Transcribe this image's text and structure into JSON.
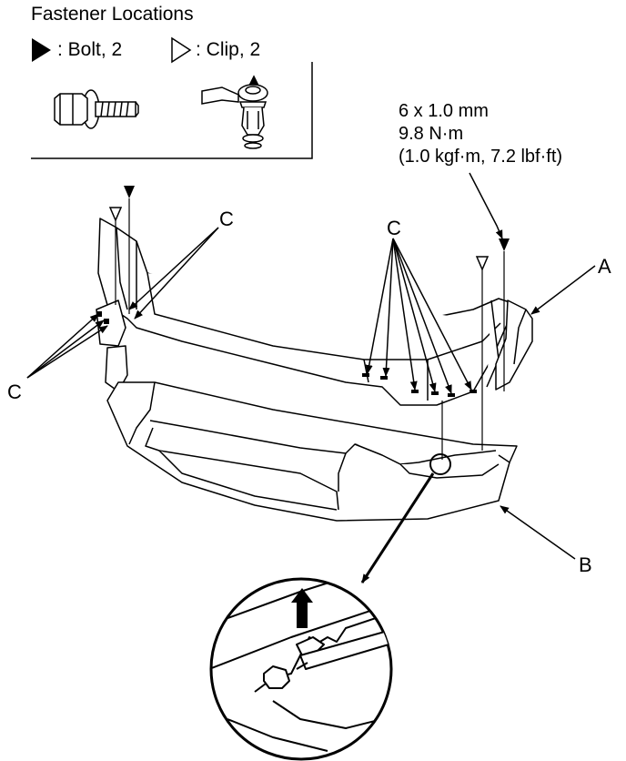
{
  "legend": {
    "title": "Fastener Locations",
    "bolt_label": ": Bolt, 2",
    "clip_label": ": Clip, 2",
    "bolt_icon": "filled-triangle-icon",
    "clip_icon": "outline-triangle-icon"
  },
  "torque_spec": {
    "size": "6 x 1.0 mm",
    "torque_nm": "9.8 N·m",
    "torque_alt": "(1.0 kgf·m, 7.2 lbf·ft)"
  },
  "callouts": {
    "a": "A",
    "b": "B",
    "c": "C"
  },
  "colors": {
    "line": "#000000",
    "background": "#ffffff"
  }
}
